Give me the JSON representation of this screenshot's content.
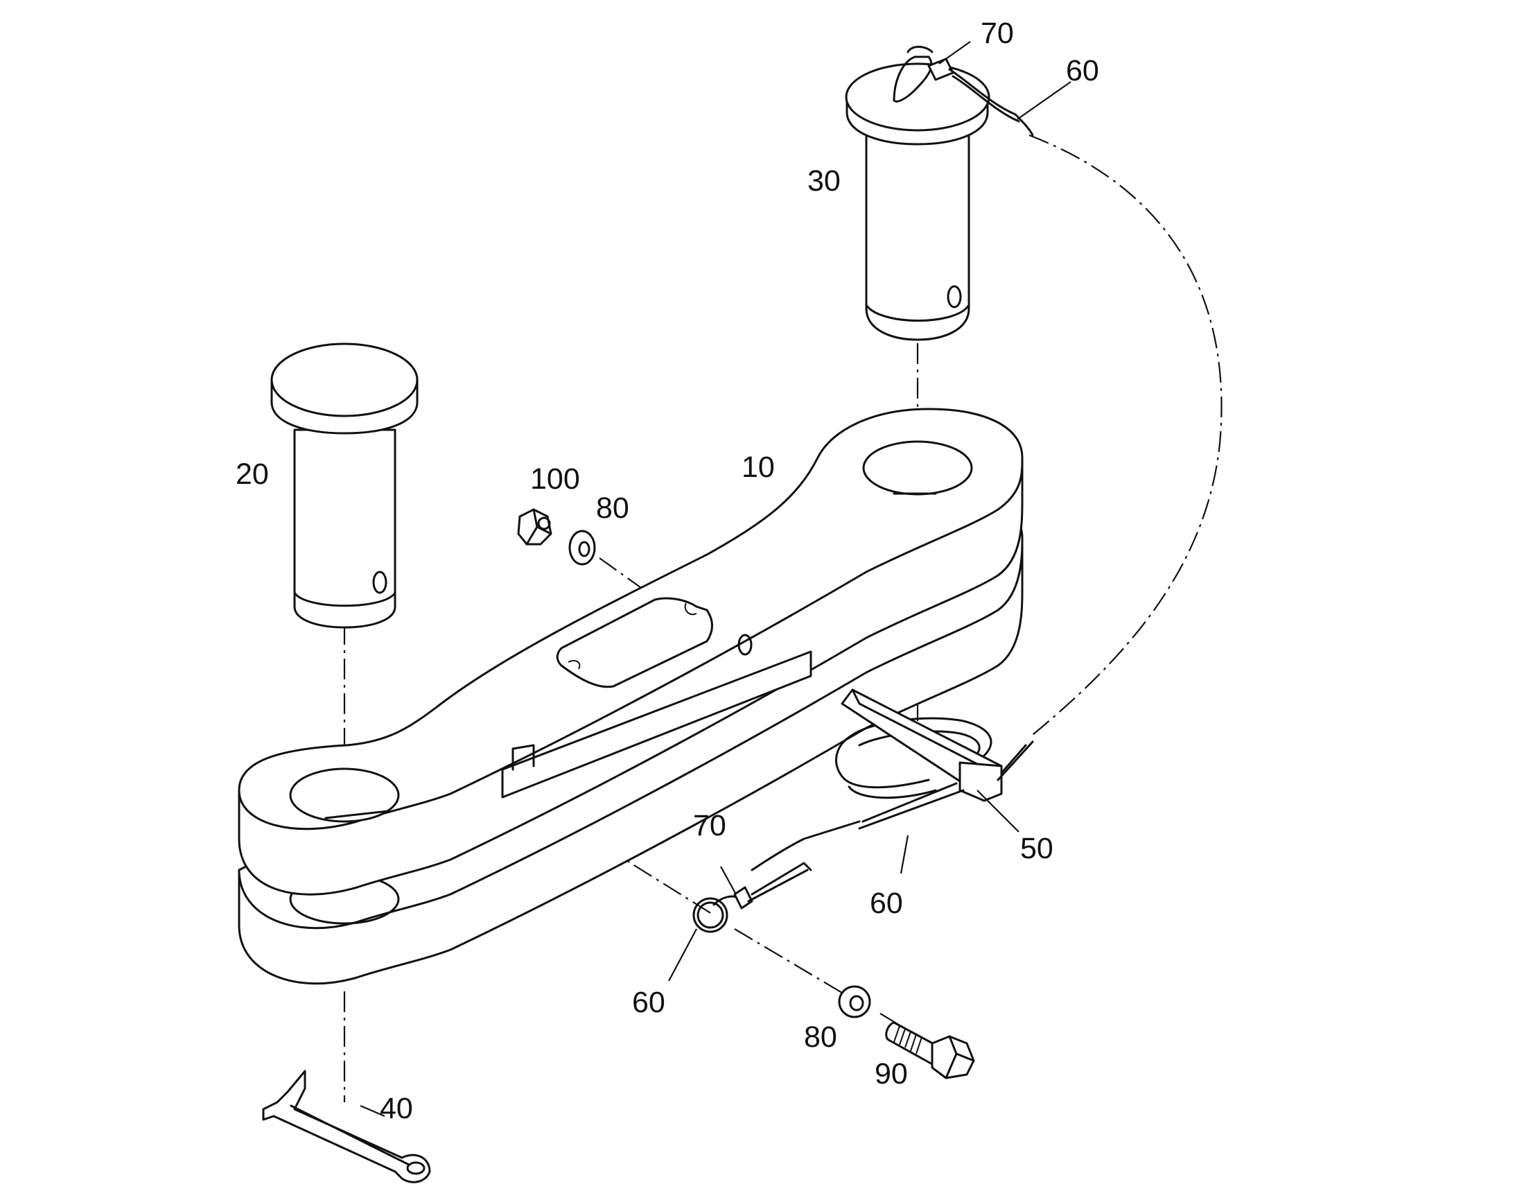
{
  "diagram": {
    "callouts": {
      "link": "10",
      "pin_left": "20",
      "pin_right": "30",
      "cotter_pin": "40",
      "lynch_pin": "50",
      "cable_top": "60",
      "ferrule_top": "70",
      "cable_mid": "60",
      "ferrule_mid": "70",
      "cable_ring": "60",
      "washer_upper": "80",
      "nut": "100",
      "washer_lower": "80",
      "bolt": "90"
    },
    "line_color": "#111111",
    "background": "#ffffff"
  }
}
